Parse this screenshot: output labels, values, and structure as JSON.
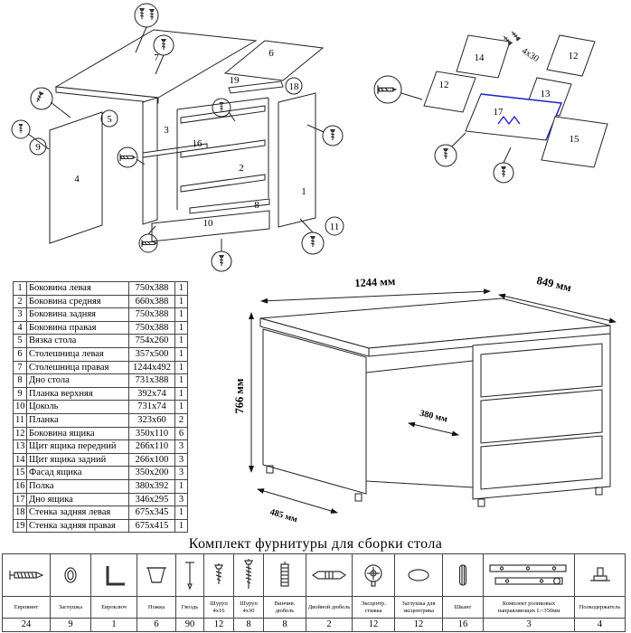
{
  "colors": {
    "accent_blue": "#2020cc",
    "line": "#222222"
  },
  "exploded_left": {
    "labels": [
      "7",
      "6",
      "19",
      "18",
      "5",
      "9",
      "3",
      "16",
      "2",
      "1",
      "4",
      "10",
      "8",
      "11"
    ]
  },
  "exploded_right": {
    "labels": [
      "14",
      "12",
      "12",
      "13",
      "17",
      "15"
    ],
    "screw_note": "4x30"
  },
  "desk": {
    "dims": {
      "width": "1244 мм",
      "depth": "849 мм",
      "height": "766 мм",
      "knee": "380 мм",
      "side": "485 мм"
    }
  },
  "parts_table": {
    "rows": [
      {
        "num": "1",
        "name": "Боковина левая",
        "size": "750x388",
        "qty": "1"
      },
      {
        "num": "2",
        "name": "Боковина средняя",
        "size": "660x388",
        "qty": "1"
      },
      {
        "num": "3",
        "name": "Боковина задняя",
        "size": "750x388",
        "qty": "1"
      },
      {
        "num": "4",
        "name": "Боковина правая",
        "size": "750x388",
        "qty": "1"
      },
      {
        "num": "5",
        "name": "Вязка стола",
        "size": "754x260",
        "qty": "1"
      },
      {
        "num": "6",
        "name": "Столешница левая",
        "size": "357x500",
        "qty": "1"
      },
      {
        "num": "7",
        "name": "Столешница правая",
        "size": "1244x492",
        "qty": "1"
      },
      {
        "num": "8",
        "name": "Дно стола",
        "size": "731x388",
        "qty": "1"
      },
      {
        "num": "9",
        "name": "Планка верхняя",
        "size": "392x74",
        "qty": "1"
      },
      {
        "num": "10",
        "name": "Цоколь",
        "size": "731x74",
        "qty": "1"
      },
      {
        "num": "11",
        "name": "Планка",
        "size": "323x60",
        "qty": "2"
      },
      {
        "num": "12",
        "name": "Боковина ящика",
        "size": "350x110",
        "qty": "6"
      },
      {
        "num": "13",
        "name": "Щит ящика передний",
        "size": "266x110",
        "qty": "3"
      },
      {
        "num": "14",
        "name": "Щит ящика задний",
        "size": "266x100",
        "qty": "3"
      },
      {
        "num": "15",
        "name": "Фасад ящика",
        "size": "350x200",
        "qty": "3"
      },
      {
        "num": "16",
        "name": "Полка",
        "size": "380x392",
        "qty": "1"
      },
      {
        "num": "17",
        "name": "Дно ящика",
        "size": "346x295",
        "qty": "3"
      },
      {
        "num": "18",
        "name": "Стенка задняя левая",
        "size": "675x345",
        "qty": "1"
      },
      {
        "num": "19",
        "name": "Стенка задняя правая",
        "size": "675x415",
        "qty": "1"
      }
    ]
  },
  "hardware": {
    "title": "Комплект фурнитуры для сборки стола",
    "items": [
      {
        "icon": "euro-screw",
        "name": "Евровинт",
        "qty": "24"
      },
      {
        "icon": "cap",
        "name": "Заглушка",
        "qty": "9"
      },
      {
        "icon": "hex-key",
        "name": "Евроключ",
        "qty": "1"
      },
      {
        "icon": "leg",
        "name": "Ножка",
        "qty": "6"
      },
      {
        "icon": "nail",
        "name": "Гвоздь",
        "qty": "90"
      },
      {
        "icon": "screw-4x16",
        "name": "Шуруп 4x16",
        "qty": "12"
      },
      {
        "icon": "screw-4x30",
        "name": "Шуруп 4x30",
        "qty": "8"
      },
      {
        "icon": "screw-in-dowel",
        "name": "Винчив. дюбель",
        "qty": "8"
      },
      {
        "icon": "double-dowel",
        "name": "Двойной дюбель",
        "qty": "2"
      },
      {
        "icon": "eccentric-tie",
        "name": "Эксцентр. стяжка",
        "qty": "12"
      },
      {
        "icon": "eccentric-cap",
        "name": "Заглушка для эксцентрика",
        "qty": "12"
      },
      {
        "icon": "wood-dowel",
        "name": "Шкант",
        "qty": "16"
      },
      {
        "icon": "roller-guides",
        "name": "Комплект роликовых направляющих L~350мм",
        "qty": "3"
      },
      {
        "icon": "shelf-holder",
        "name": "Полкодержатель",
        "qty": "4"
      }
    ]
  }
}
